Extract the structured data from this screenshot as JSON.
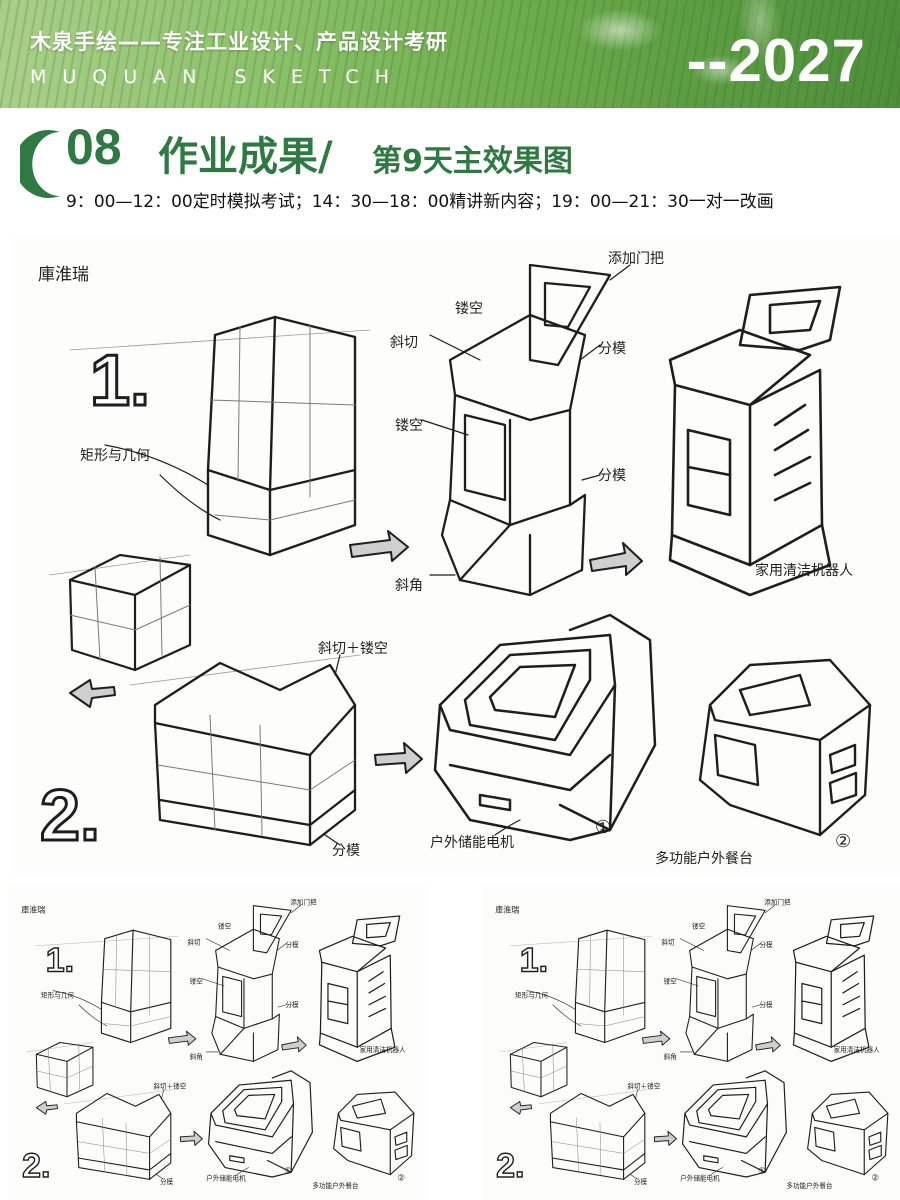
{
  "header": {
    "brand_line": "木泉手绘——专注工业设计、产品设计考研",
    "brand_sub": "MUQUAN SKETCH",
    "year": "--2027"
  },
  "title": {
    "number": "08",
    "main": "作业成果/",
    "sub": "第9天主效果图"
  },
  "schedule": "9：00—12：00定时模拟考试；14：30—18：00精讲新内容；19：00—21：30一对一改画",
  "sketch": {
    "author": "庫淮瑞",
    "step1": "1.",
    "step2": "2.",
    "labels": {
      "add_handle": "添加门把",
      "hollow_top": "镂空",
      "chamfer_top": "斜切",
      "split_top": "分模",
      "hollow_mid": "镂空",
      "split_mid": "分模",
      "bevel": "斜角",
      "rect_base": "矩形与几何",
      "home_robot": "家用清洁机器人",
      "chamfer_hollow": "斜切＋镂空",
      "split_bottom": "分模",
      "outdoor": "户外储能电机",
      "multi": "多功能户外餐台"
    },
    "markers": {
      "one": "①",
      "two": "②"
    }
  },
  "colors": {
    "accent": "#2e7a42",
    "banner": "#6fae4f"
  }
}
